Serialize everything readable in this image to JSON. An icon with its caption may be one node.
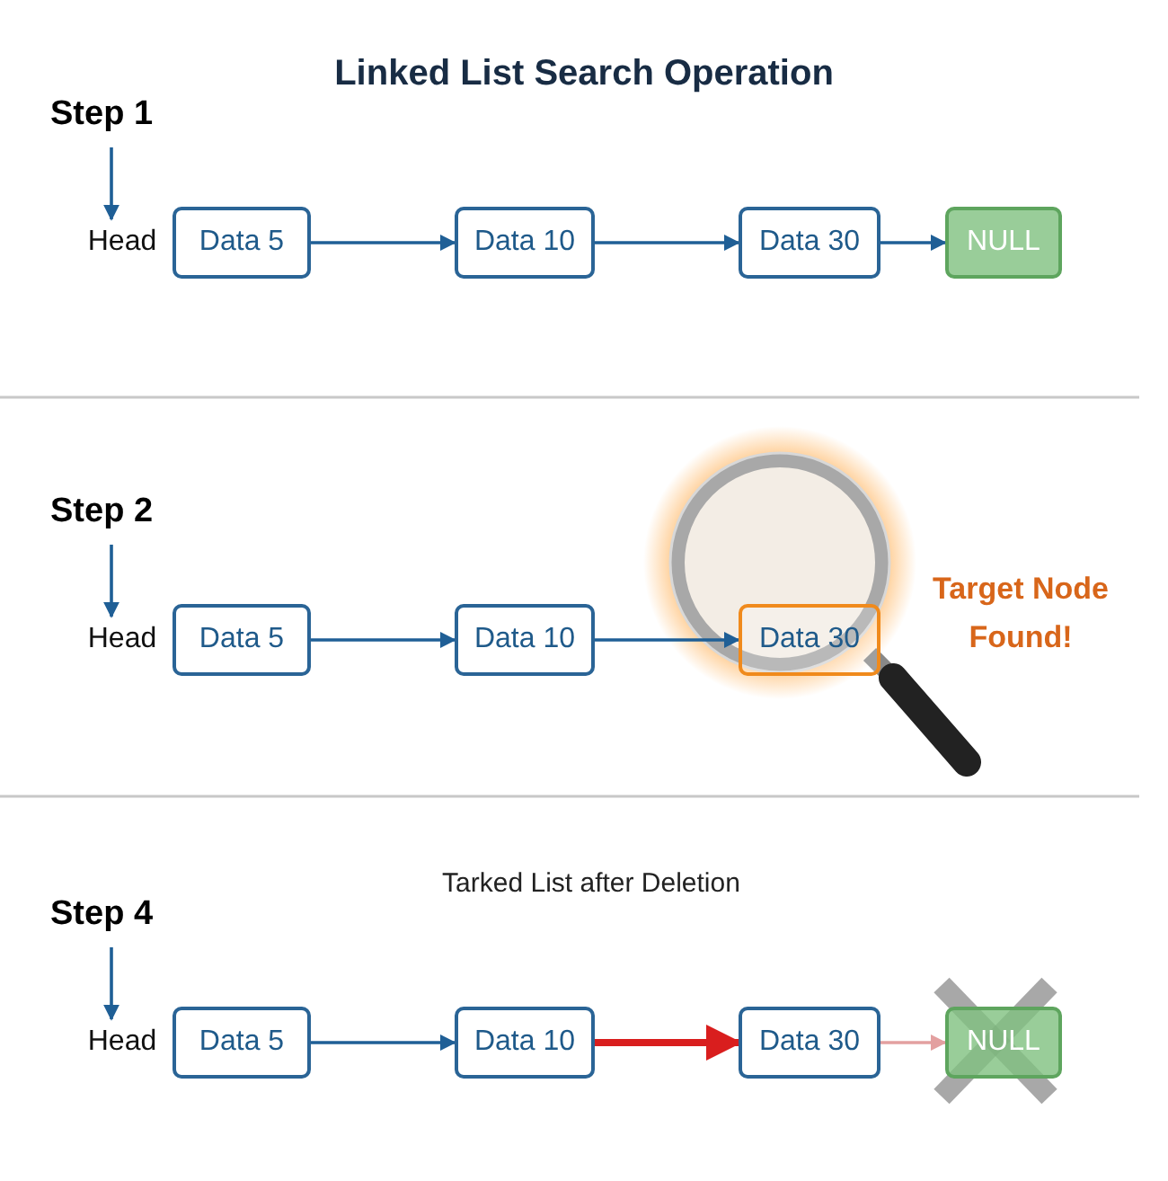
{
  "diagram": {
    "title": "Linked List Search Operation",
    "nodes": [
      {
        "text": [
          "Step 1"
        ]
      },
      {
        "text": [
          "Head"
        ]
      },
      {
        "text": [
          "Data 5"
        ]
      },
      {
        "text": [
          "Data 10"
        ]
      },
      {
        "text": [
          "Data 30"
        ]
      },
      {
        "text": [
          "NULL"
        ]
      },
      {
        "text": [
          "Step 2"
        ]
      },
      {
        "text": [
          "Head"
        ]
      },
      {
        "text": [
          "Data 5"
        ]
      },
      {
        "text": [
          "Data 10"
        ]
      },
      {
        "text": [
          "Data 30"
        ]
      },
      {
        "text": [
          "Step 4"
        ]
      },
      {
        "text": [
          "Head"
        ]
      },
      {
        "text": [
          "Data 5"
        ]
      },
      {
        "text": [
          "Data 10"
        ]
      },
      {
        "text": [
          "Data 30"
        ]
      },
      {
        "text": [
          "NULL"
        ]
      }
    ],
    "edges": [
      {
        "from": 0,
        "to": 1,
        "arrow": "to"
      },
      {
        "from": 2,
        "to": 3,
        "arrow": "to"
      },
      {
        "from": 3,
        "to": 4,
        "arrow": "to"
      },
      {
        "from": 4,
        "to": 5,
        "arrow": "to"
      },
      {
        "from": 6,
        "to": 7,
        "arrow": "to"
      },
      {
        "from": 8,
        "to": 9,
        "arrow": "to"
      },
      {
        "from": 9,
        "to": 10,
        "arrow": "to"
      },
      {
        "from": 11,
        "to": 12,
        "arrow": "to"
      },
      {
        "from": 13,
        "to": 14,
        "arrow": "to"
      },
      {
        "from": 14,
        "to": 15,
        "arrow": "to",
        "style": "thick",
        "color": "#d91e1e"
      },
      {
        "from": 15,
        "to": 16,
        "arrow": "to",
        "color": "#e3a0a0"
      }
    ],
    "labels": [
      "Target Node Found!",
      "Tarked List after Deletion"
    ]
  }
}
